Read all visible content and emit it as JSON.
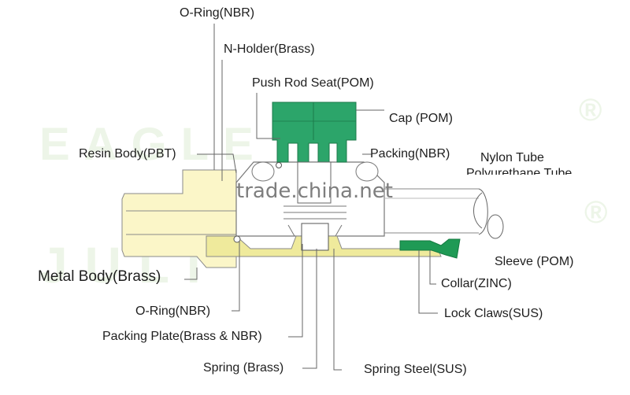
{
  "labels": {
    "oring_top": "O-Ring(NBR)",
    "n_holder": "N-Holder(Brass)",
    "push_rod_seat": "Push Rod Seat(POM)",
    "cap": "Cap (POM)",
    "resin_body": "Resin Body(PBT)",
    "packing": "Packing(NBR)",
    "nylon_tube": "Nylon Tube",
    "polyurethane_tube": "Polyurethane Tube",
    "sleeve": "Sleeve (POM)",
    "metal_body": "Metal Body(Brass)",
    "collar": "Collar(ZINC)",
    "oring_bottom": "O-Ring(NBR)",
    "lock_claws": "Lock Claws(SUS)",
    "packing_plate": "Packing Plate(Brass & NBR)",
    "spring": "Spring (Brass)",
    "spring_steel": "Spring Steel(SUS)"
  },
  "watermarks": {
    "top_text": "EAGLE",
    "bottom_text": "JULI",
    "registered": "®",
    "site_stamp": "trade.china.net"
  },
  "colors": {
    "cap_green": "#2ca56a",
    "claw_green": "#1f9a55",
    "brass_body": "#efea9c",
    "metal_body": "#fbf6c8",
    "line": "#666666",
    "text": "#1e1e1e"
  }
}
